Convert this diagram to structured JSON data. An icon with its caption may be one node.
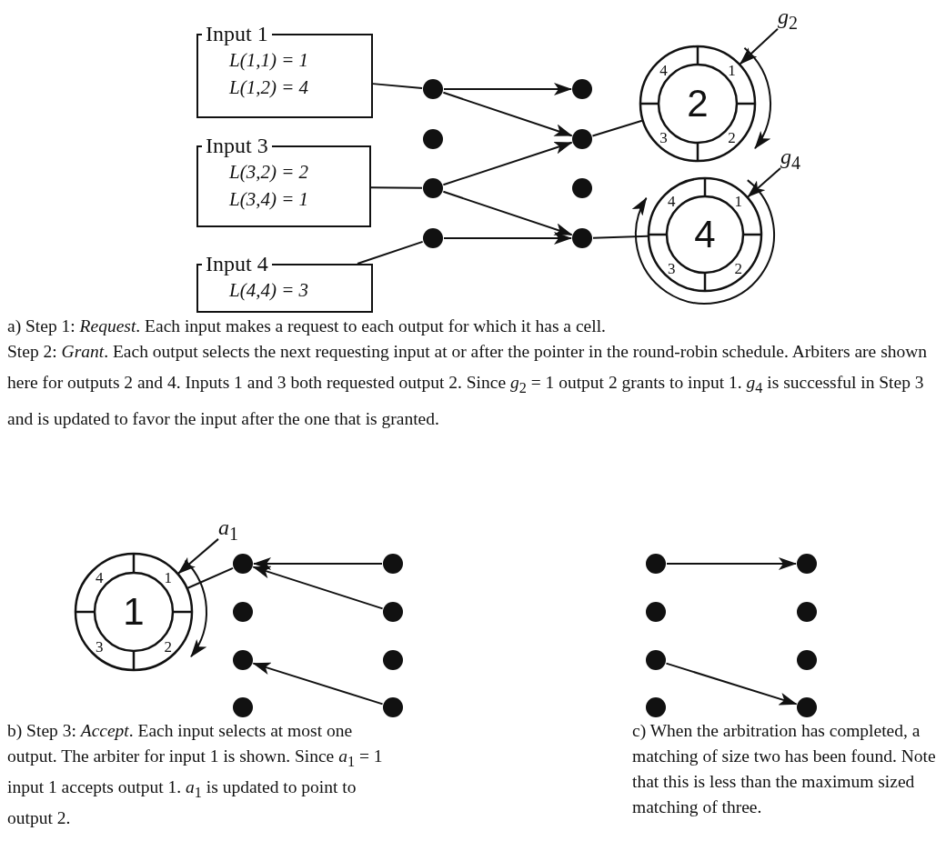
{
  "diagram": {
    "nodes": [
      {
        "text": [
          "Input 1",
          "L(1,1) = 1",
          "L(1,2) = 4"
        ]
      },
      {
        "text": [
          "Input 3",
          "L(3,2) = 2",
          "L(3,4) = 1"
        ]
      },
      {
        "text": [
          "Input 4",
          "L(4,4) = 3"
        ]
      },
      {
        "text": [],
        "shape": "circle"
      },
      {
        "text": [],
        "shape": "circle"
      },
      {
        "text": [],
        "shape": "circle"
      },
      {
        "text": [],
        "shape": "circle"
      },
      {
        "text": [],
        "shape": "circle"
      },
      {
        "text": [],
        "shape": "circle"
      },
      {
        "text": [],
        "shape": "circle"
      },
      {
        "text": [],
        "shape": "circle"
      },
      {
        "text": [
          "2",
          "1",
          "2",
          "3",
          "4"
        ]
      },
      {
        "text": [
          "*g*$_{2}$"
        ]
      },
      {
        "text": [
          "4",
          "1",
          "2",
          "3",
          "4"
        ]
      },
      {
        "text": [
          "*g*$_{4}$"
        ]
      },
      {
        "text": [
          "1",
          "1",
          "2",
          "3",
          "4"
        ]
      },
      {
        "text": [
          "*a*$_{1}$"
        ]
      },
      {
        "text": [],
        "shape": "circle"
      },
      {
        "text": [],
        "shape": "circle"
      },
      {
        "text": [],
        "shape": "circle"
      },
      {
        "text": [],
        "shape": "circle"
      },
      {
        "text": [],
        "shape": "circle"
      },
      {
        "text": [],
        "shape": "circle"
      },
      {
        "text": [],
        "shape": "circle"
      },
      {
        "text": [],
        "shape": "circle"
      },
      {
        "text": [],
        "shape": "circle"
      },
      {
        "text": [],
        "shape": "circle"
      },
      {
        "text": [],
        "shape": "circle"
      },
      {
        "text": [],
        "shape": "circle"
      },
      {
        "text": [],
        "shape": "circle"
      },
      {
        "text": [],
        "shape": "circle"
      },
      {
        "text": [],
        "shape": "circle"
      },
      {
        "text": [],
        "shape": "circle"
      }
    ],
    "edges": [
      {
        "from": 0,
        "to": 3,
        "arrow": "none"
      },
      {
        "from": 1,
        "to": 5,
        "arrow": "none"
      },
      {
        "from": 2,
        "to": 6,
        "arrow": "none"
      },
      {
        "from": 3,
        "to": 7,
        "arrow": "to"
      },
      {
        "from": 3,
        "to": 8,
        "arrow": "to"
      },
      {
        "from": 5,
        "to": 8,
        "arrow": "to"
      },
      {
        "from": 5,
        "to": 10,
        "arrow": "to"
      },
      {
        "from": 6,
        "to": 10,
        "arrow": "to"
      },
      {
        "from": 8,
        "to": 11,
        "arrow": "none"
      },
      {
        "from": 10,
        "to": 13,
        "arrow": "none"
      },
      {
        "from": 12,
        "to": 11,
        "arrow": "to"
      },
      {
        "from": 14,
        "to": 13,
        "arrow": "to"
      },
      {
        "from": 21,
        "to": 17,
        "arrow": "to"
      },
      {
        "from": 22,
        "to": 17,
        "arrow": "to"
      },
      {
        "from": 24,
        "to": 19,
        "arrow": "to"
      },
      {
        "from": 17,
        "to": 15,
        "arrow": "none"
      },
      {
        "from": 16,
        "to": 15,
        "arrow": "to"
      },
      {
        "from": 25,
        "to": 29,
        "arrow": "to"
      },
      {
        "from": 27,
        "to": 32,
        "arrow": "to"
      }
    ],
    "labels": [
      "a) Step 1: *Request*. Each input makes a request to each output for which it has a cell.",
      "Step 2: *Grant*. Each output selects the next requesting input at or after the pointer in the round-robin schedule. Arbiters are shown here for outputs 2 and 4. Inputs 1 and 3 both requested output 2. Since *g*$_{2}$ = 1 output 2 grants to input 1. *g*$_{4}$ is successful in Step 3 and is updated to favor the input after the one that is granted.",
      "b) Step 3: *Accept*. Each input selects at most one output. The arbiter for input 1 is shown. Since *a*$_{1}$ = 1 input 1 accepts output 1. *a*$_{1}$ is updated to point to output 2.",
      "c) When the arbitration has completed, a matching of size two has been found. Note that this is less than the maximum sized matching of three."
    ]
  }
}
